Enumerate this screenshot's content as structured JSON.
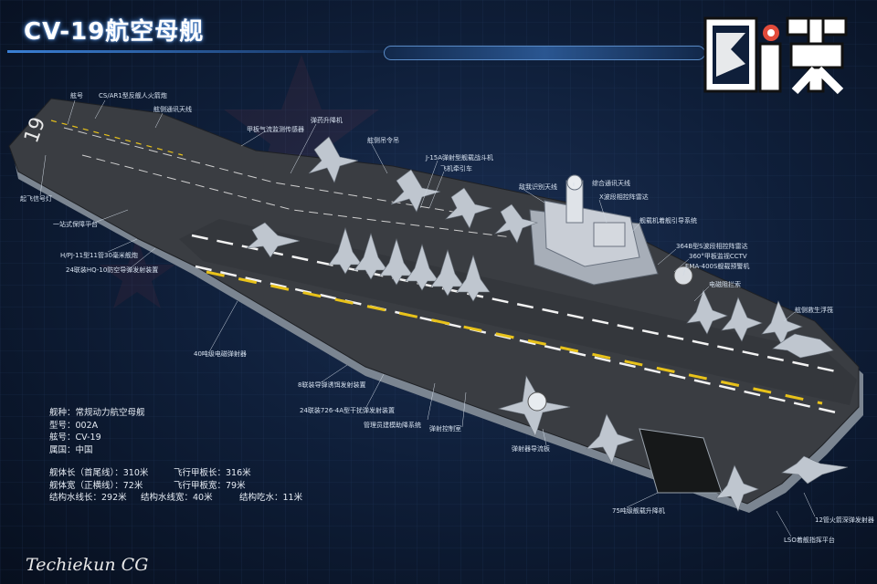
{
  "header": {
    "title": "CV-19航空母舰",
    "logo_text": "图谏",
    "credit": "Techiekun CG",
    "hull_number": "19"
  },
  "callouts": {
    "hull_no": "舷号",
    "cs_ar1": "CS/AR1型反舰人火箭炮",
    "side_antenna": "舷侧通讯天线",
    "deck_sensor": "甲板气流监测传感器",
    "ejector_seat": "弹药升降机",
    "side_crane": "舷侧吊令吊",
    "j15a": "J-15A弹射型舰载战斗机",
    "tow_tractor": "飞机牵引车",
    "iff_antenna": "敌我识别天线",
    "comms_antenna": "综合通讯天线",
    "x_radar": "X波段相控阵雷达",
    "guidance": "舰载机着舰引导系统",
    "type364": "364B型S波段相控阵雷达",
    "cctv": "360°甲板监视CCTV",
    "ema400": "EMA-400S舰载预警机",
    "em_catapult": "电磁阻拦索",
    "liferaft": "舷侧救生浮筏",
    "landing_light": "起飞信号灯",
    "flight_platform": "一站式保障平台",
    "hq10_radar": "H/PJ-11型11管30毫米舰炮",
    "hq10_launcher": "24联装HQ-10防空导弹发射装置",
    "em_cat40": "40吨级电磁弹射器",
    "launcher8": "8联装导弹诱饵发射装置",
    "type726": "24联装726-4A型干扰弹发射装置",
    "deflector": "弹射控制室",
    "fireman": "弹射器导流板",
    "ejector_sys": "管理员建模助降系统",
    "elevator75": "75吨级舰载升降机",
    "torpedo12": "12管火箭深弹发射器",
    "lso": "LSO着舰指挥平台"
  },
  "specs": {
    "type_label": "舰种：",
    "type_value": "常规动力航空母舰",
    "model_label": "型号：",
    "model_value": "002A",
    "hull_label": "舷号：",
    "hull_value": "CV-19",
    "nation_label": "属国：",
    "nation_value": "中国",
    "length_label": "舰体长（首尾线）：",
    "length_value": "310米",
    "deck_len_label": "飞行甲板长：",
    "deck_len_value": "316米",
    "width_label": "舰体宽（正横线）：",
    "width_value": "72米",
    "deck_wid_label": "飞行甲板宽：",
    "deck_wid_value": "79米",
    "wl_len_label": "结构水线长：",
    "wl_len_value": "292米",
    "wl_wid_label": "结构水线宽：",
    "wl_wid_value": "40米",
    "draft_label": "结构吃水：",
    "draft_value": "11米"
  },
  "colors": {
    "background": "#0f1f3a",
    "deck": "#3a3d42",
    "deck_marking_yellow": "#e8c21a",
    "deck_marking_white": "#f2f2f2",
    "hull_side": "#8d97a3",
    "island": "#c9ced6",
    "aircraft": "#bfc6cf",
    "title_glow": "#4c8ad8"
  }
}
